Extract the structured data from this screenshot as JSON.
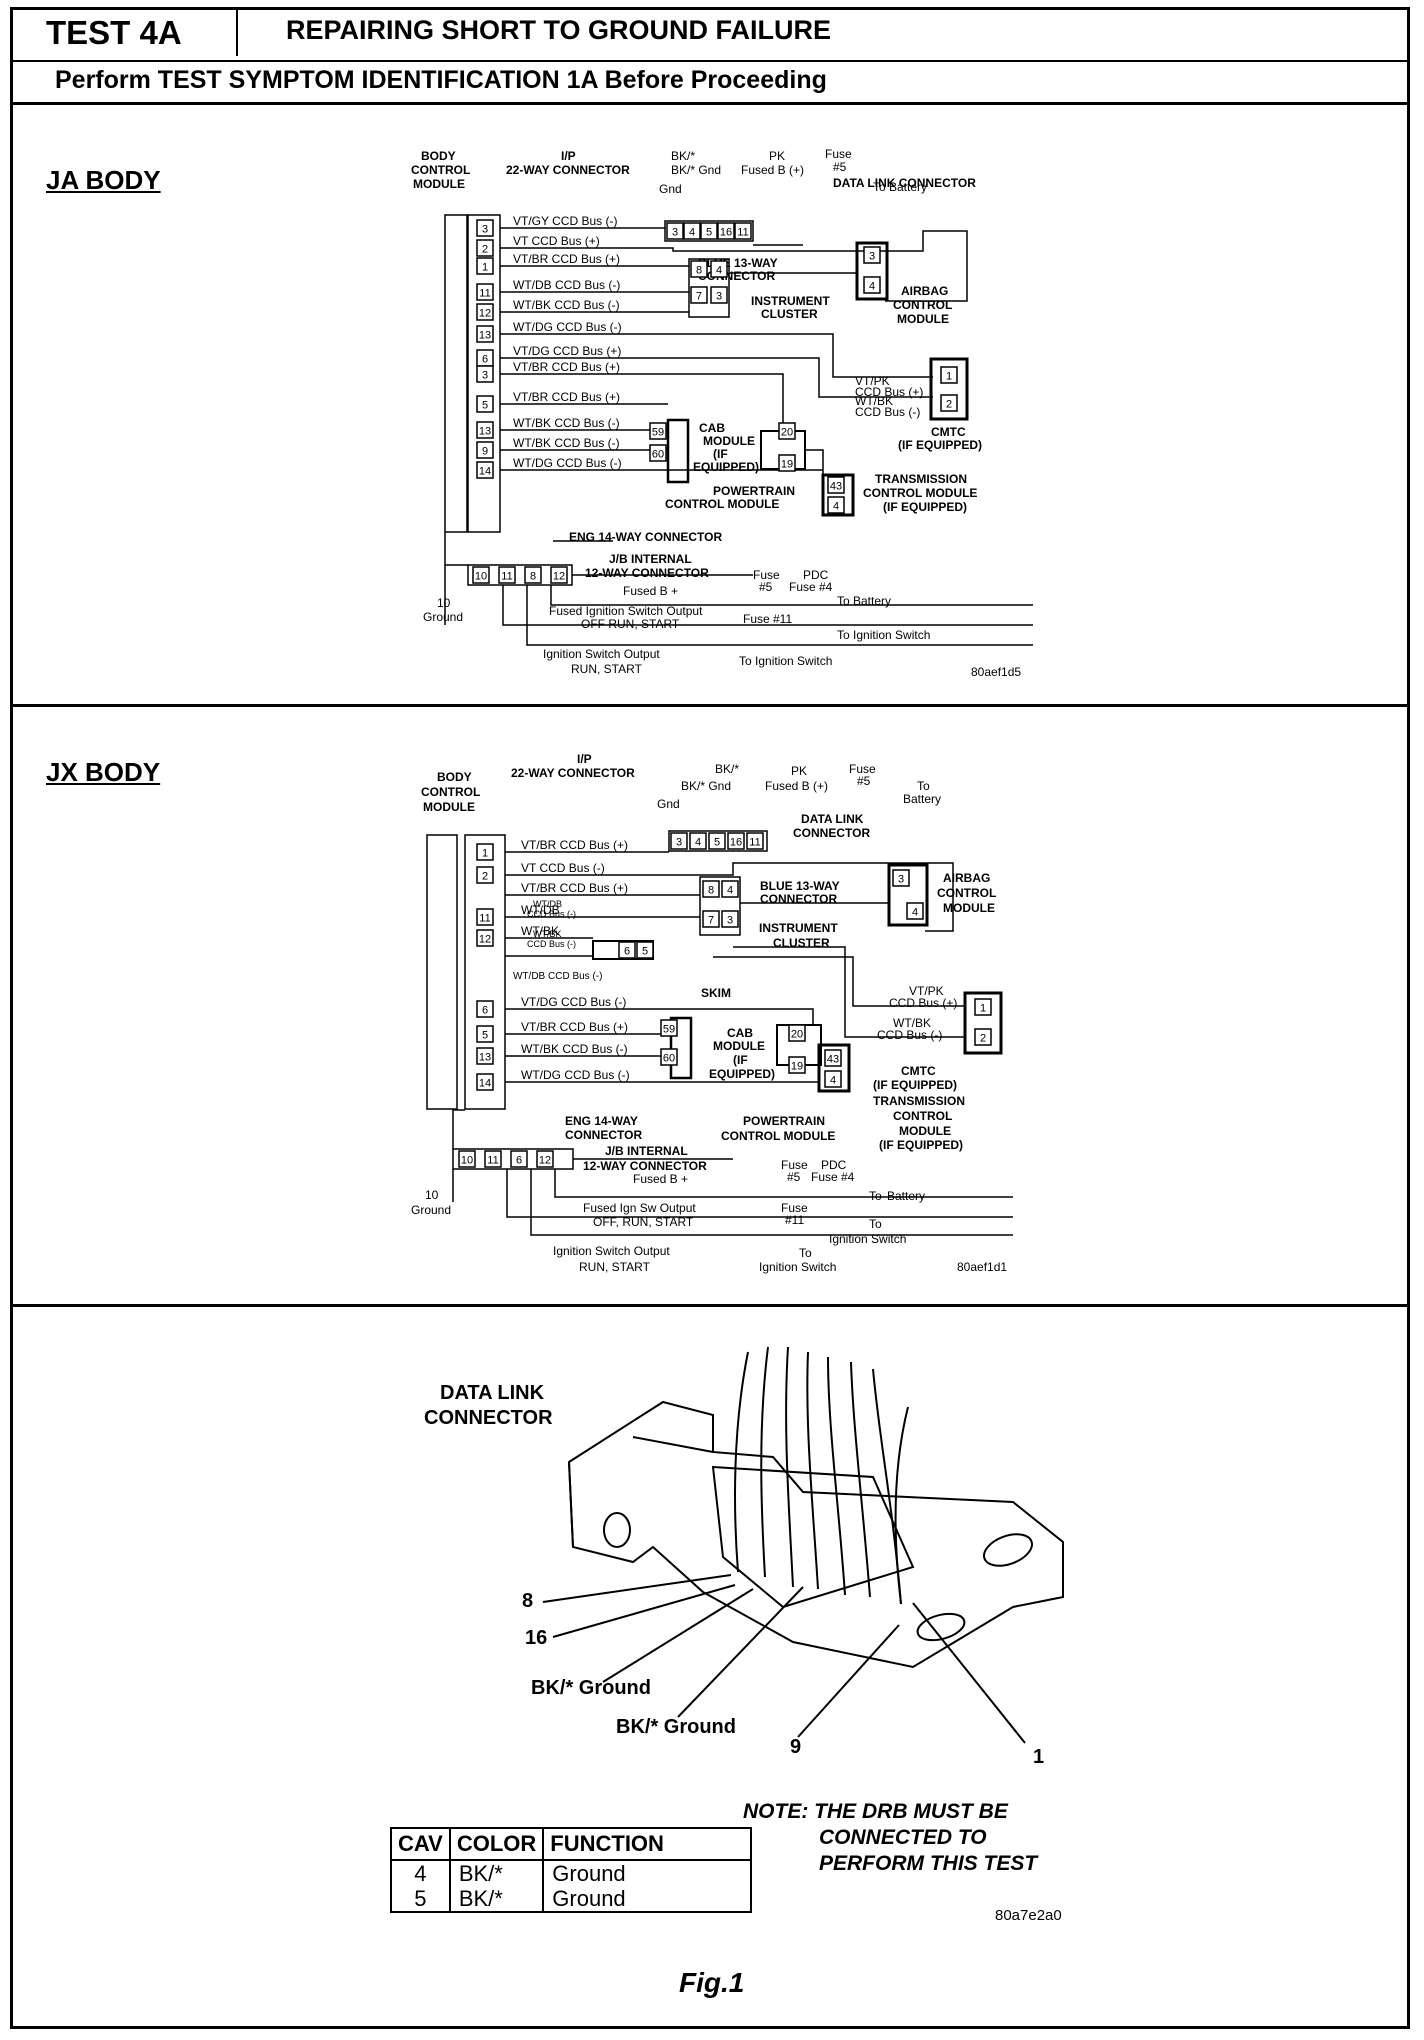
{
  "header": {
    "test_id": "TEST 4A",
    "title": "REPAIRING SHORT TO GROUND FAILURE",
    "instruction": "Perform TEST SYMPTOM IDENTIFICATION 1A Before Proceeding"
  },
  "ja": {
    "section_label": "JA BODY",
    "bcm": [
      "BODY",
      "CONTROL",
      "MODULE"
    ],
    "ip_conn": [
      "I/P",
      "22-WAY CONNECTOR"
    ],
    "bk_gnd": [
      "BK/*",
      "BK/* Gnd"
    ],
    "pk_fused": [
      "PK",
      "Fused B (+)"
    ],
    "fuse5": [
      "Fuse",
      "#5"
    ],
    "gnd": "Gnd",
    "to_battery": "To Battery",
    "dlc": "DATA LINK CONNECTOR",
    "dlc_pins": [
      "3",
      "4",
      "5",
      "16",
      "11"
    ],
    "rows": [
      {
        "pin": "3",
        "label": "VT/GY  CCD Bus (-)"
      },
      {
        "pin": "2",
        "label": "VT  CCD Bus (+)"
      },
      {
        "pin": "1",
        "label": "VT/BR  CCD Bus (+)"
      },
      {
        "pin": "11",
        "label": "WT/DB  CCD Bus (-)"
      },
      {
        "pin": "12",
        "label": "WT/BK  CCD Bus (-)"
      },
      {
        "pin": "13",
        "label": "WT/DG  CCD Bus (-)"
      },
      {
        "pin": "6",
        "label": "VT/DG  CCD Bus (+)"
      },
      {
        "pin": "3",
        "label": "VT/BR  CCD Bus (+)"
      },
      {
        "pin": "5",
        "label": "VT/BR  CCD Bus (+)"
      },
      {
        "pin": "13",
        "label": "WT/BK  CCD Bus (-)"
      },
      {
        "pin": "9",
        "label": "WT/BK  CCD Bus (-)"
      },
      {
        "pin": "14",
        "label": "WT/DG  CCD Bus (-)"
      }
    ],
    "blue13": [
      "BLUE 13-WAY",
      "CONNECTOR"
    ],
    "blue_pins": [
      "8",
      "4",
      "7",
      "3"
    ],
    "cluster": [
      "INSTRUMENT",
      "CLUSTER"
    ],
    "airbag": [
      "AIRBAG",
      "CONTROL",
      "MODULE"
    ],
    "airbag_pins": [
      "3",
      "4"
    ],
    "cmtc_wires": [
      "VT/PK",
      "CCD Bus (+)",
      "WT/BK",
      "CCD Bus (-)"
    ],
    "cmtc_pins": [
      "1",
      "2"
    ],
    "cmtc": [
      "CMTC",
      "(IF EQUIPPED)"
    ],
    "pcm_pins": [
      "59",
      "60"
    ],
    "cab": [
      "CAB",
      "MODULE",
      "(IF",
      "EQUIPPED)"
    ],
    "cab_pins": [
      "20",
      "19"
    ],
    "tcm_pins": [
      "43",
      "4"
    ],
    "tcm": [
      "TRANSMISSION",
      "CONTROL MODULE",
      "(IF EQUIPPED)"
    ],
    "pcm": [
      "POWERTRAIN",
      "CONTROL MODULE"
    ],
    "eng14": "ENG 14-WAY CONNECTOR",
    "jb": [
      "J/B INTERNAL",
      "12-WAY CONNECTOR"
    ],
    "jb_pins": [
      "10",
      "11",
      "8",
      "12"
    ],
    "ground": [
      "10",
      "Ground"
    ],
    "fused_b": "Fused B +",
    "fuse_pdc": [
      "Fuse",
      "PDC",
      "#5",
      "Fuse #4"
    ],
    "fused_ign": [
      "Fused Ignition Switch Output",
      "OFF RUN, START"
    ],
    "fuse11": "Fuse #11",
    "to_ign": "To Ignition Switch",
    "ign_out": [
      "Ignition Switch Output",
      "RUN, START"
    ],
    "code": "80aef1d5"
  },
  "jx": {
    "section_label": "JX BODY",
    "ip_conn": [
      "I/P",
      "22-WAY CONNECTOR"
    ],
    "bcm": [
      "BODY",
      "CONTROL",
      "MODULE"
    ],
    "bk_gnd": [
      "BK/*",
      "BK/*  Gnd"
    ],
    "pk_fused": [
      "PK",
      "Fused B (+)"
    ],
    "fuse5": [
      "Fuse",
      "#5"
    ],
    "to_battery": [
      "To",
      "Battery"
    ],
    "gnd": "Gnd",
    "dlc": [
      "DATA LINK",
      "CONNECTOR"
    ],
    "dlc_pins": [
      "3",
      "4",
      "5",
      "16",
      "11"
    ],
    "rows": [
      {
        "pin": "1",
        "label": "VT/BR  CCD Bus (+)"
      },
      {
        "pin": "2",
        "label": "VT  CCD Bus (-)"
      },
      {
        "pin": "",
        "label": "VT/BR  CCD Bus (+)"
      },
      {
        "pin": "11",
        "label": "WT/DB"
      },
      {
        "pin": "12",
        "label": "WT/BK"
      },
      {
        "pin": "6",
        "label": "VT/DG  CCD Bus (-)"
      },
      {
        "pin": "5",
        "label": "VT/BR  CCD Bus (+)"
      },
      {
        "pin": "13",
        "label": "WT/BK  CCD Bus (-)"
      },
      {
        "pin": "14",
        "label": "WT/DG  CCD Bus (-)"
      }
    ],
    "small_ccd": [
      "WT/DB",
      "CCD Bus (-)",
      "WT/BK",
      "CCD Bus (-)"
    ],
    "wtdg": "WT/DB CCD Bus (-)",
    "skim_pins": [
      "6",
      "5"
    ],
    "skim": "SKIM",
    "blue13": [
      "BLUE 13-WAY",
      "CONNECTOR"
    ],
    "blue_pins": [
      "8",
      "4",
      "7",
      "3"
    ],
    "cluster": [
      "INSTRUMENT",
      "CLUSTER"
    ],
    "airbag": [
      "AIRBAG",
      "CONTROL",
      "MODULE"
    ],
    "airbag_pins": [
      "3",
      "4"
    ],
    "cmtc_wires": [
      "VT/PK",
      "CCD Bus (+)",
      "WT/BK",
      "CCD Bus (-)"
    ],
    "cmtc_pins": [
      "1",
      "2"
    ],
    "cmtc": [
      "CMTC",
      "(IF EQUIPPED)"
    ],
    "pcm_pins": [
      "59",
      "60"
    ],
    "cab": [
      "CAB",
      "MODULE",
      "(IF",
      "EQUIPPED)"
    ],
    "cab_pins": [
      "20",
      "19"
    ],
    "tcm_pins": [
      "43",
      "4"
    ],
    "tcm": [
      "TRANSMISSION",
      "CONTROL",
      "MODULE",
      "(IF EQUIPPED)"
    ],
    "eng14": [
      "ENG 14-WAY",
      "CONNECTOR"
    ],
    "pcm": [
      "POWERTRAIN",
      "CONTROL MODULE"
    ],
    "jb": [
      "J/B INTERNAL",
      "12-WAY CONNECTOR"
    ],
    "jb_pins": [
      "10",
      "11",
      "6",
      "12"
    ],
    "ground": [
      "10",
      "Ground"
    ],
    "fused_b": "Fused B +",
    "fuse_pdc": [
      "Fuse",
      "PDC",
      "#5",
      "Fuse #4"
    ],
    "fused_ign": [
      "Fused Ign Sw Output",
      "OFF, RUN, START"
    ],
    "fuse11": [
      "Fuse",
      "#11"
    ],
    "to_ign": [
      "To",
      "Ignition Switch"
    ],
    "ign_out": [
      "Ignition Switch Output",
      "RUN, START"
    ],
    "to_ign2": [
      "To",
      "Ignition Switch"
    ],
    "code": "80aef1d1"
  },
  "figure": {
    "dlc_label": [
      "DATA LINK",
      "CONNECTOR"
    ],
    "callouts": [
      "8",
      "16",
      "BK/* Ground",
      "BK/* Ground",
      "9",
      "1"
    ],
    "table": {
      "headers": [
        "CAV",
        "COLOR",
        "FUNCTION"
      ],
      "rows": [
        [
          "4",
          "BK/*",
          "Ground"
        ],
        [
          "5",
          "BK/*",
          "Ground"
        ]
      ]
    },
    "note": [
      "NOTE: THE DRB MUST BE",
      "CONNECTED TO",
      "PERFORM THIS TEST"
    ],
    "code": "80a7e2a0",
    "caption": "Fig.1"
  }
}
